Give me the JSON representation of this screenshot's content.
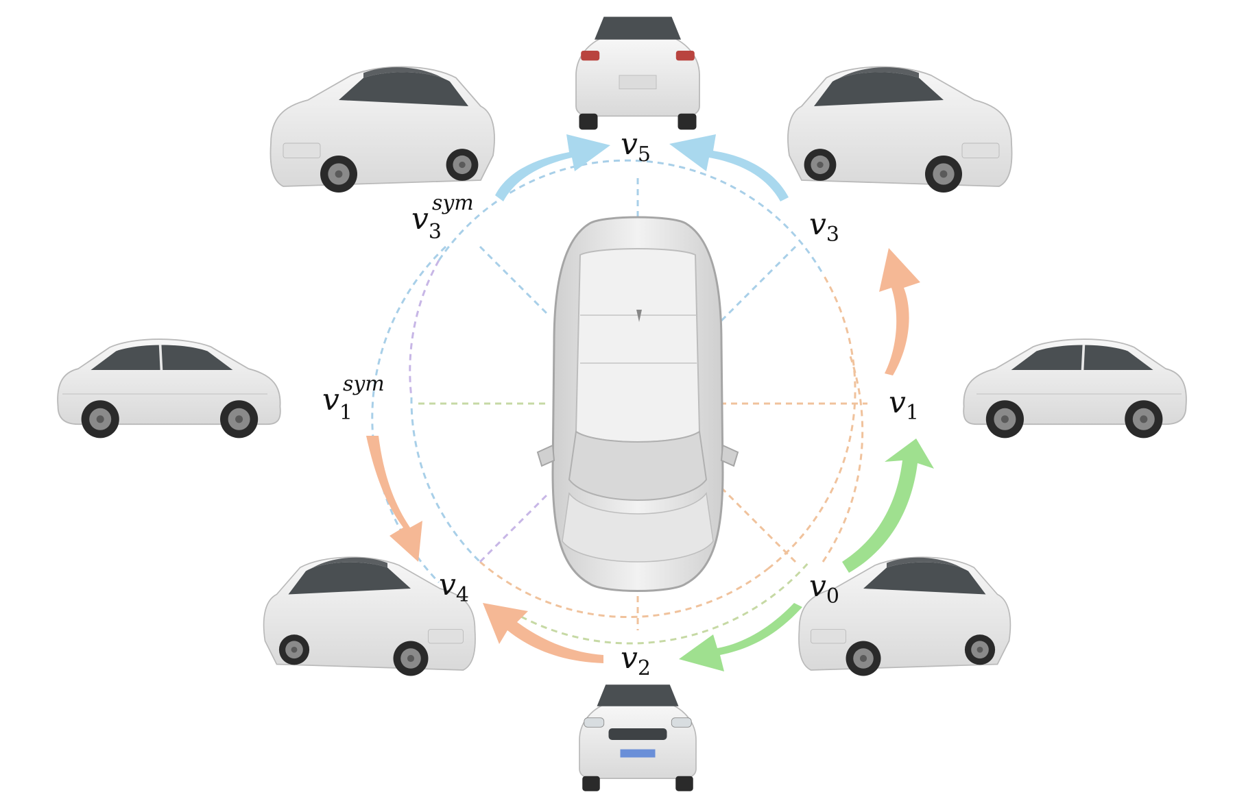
{
  "labels": {
    "v0": {
      "base": "v",
      "sub": "0",
      "sup": ""
    },
    "v1": {
      "base": "v",
      "sub": "1",
      "sup": ""
    },
    "v2": {
      "base": "v",
      "sub": "2",
      "sup": ""
    },
    "v3": {
      "base": "v",
      "sub": "3",
      "sup": ""
    },
    "v4": {
      "base": "v",
      "sub": "4",
      "sup": ""
    },
    "v5": {
      "base": "v",
      "sub": "5",
      "sup": ""
    },
    "v1sym": {
      "base": "v",
      "sub": "1",
      "sup": "sym"
    },
    "v3sym": {
      "base": "v",
      "sub": "3",
      "sup": "sym"
    }
  },
  "colors": {
    "green_arrow": "#9fe08f",
    "orange_arrow": "#f5b895",
    "blue_arrow": "#a9d8ee",
    "dash_blue": "#a8cfe8",
    "dash_orange": "#f0c29c",
    "dash_purple": "#c7b6e6",
    "dash_green": "#c6d9a4",
    "car_body": "#ececec",
    "car_shade": "#b9b9b9",
    "car_glass": "#4a4f52",
    "tire": "#2a2a2a"
  },
  "icons": {
    "center_car": "car-top-view-icon",
    "views": "car-view-icon"
  }
}
